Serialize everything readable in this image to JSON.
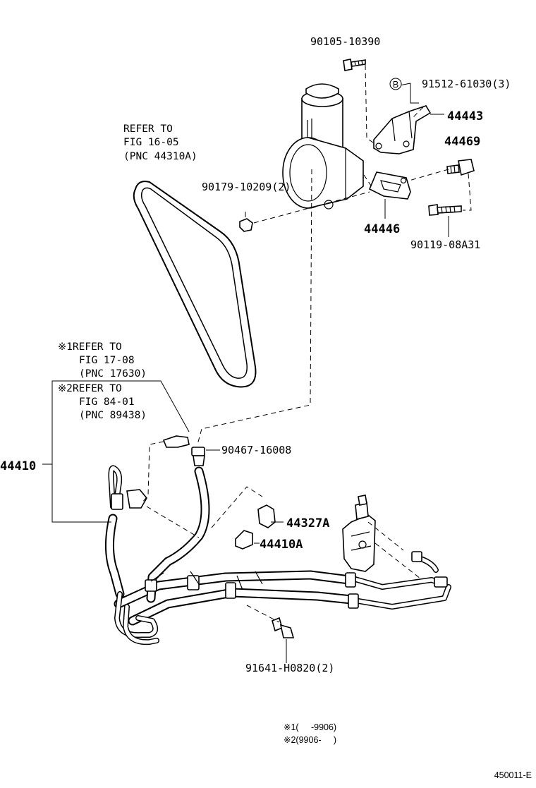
{
  "parts": {
    "p90105": "90105-10390",
    "p91512": "91512-61030(3)",
    "p91512_marker": "B",
    "p44443": "44443",
    "p44469": "44469",
    "p90179": "90179-10209(2)",
    "p44446": "44446",
    "p90119": "90119-08A31",
    "p90467": "90467-16008",
    "p44410": "44410",
    "p44327A": "44327A",
    "p44410A": "44410A",
    "p91641": "91641-H0820(2)"
  },
  "refs": {
    "belt": [
      "REFER TO",
      "FIG 16-05",
      "(PNC 44310A)"
    ],
    "ref1": [
      "※1REFER TO",
      "FIG 17-08",
      "(PNC 17630)"
    ],
    "ref2": [
      "※2REFER TO",
      "FIG 84-01",
      "(PNC 89438)"
    ]
  },
  "footnotes": {
    "n1": "※1(     -9906)",
    "n2": "※2(9906-     )"
  },
  "figure_id": "450011-E"
}
